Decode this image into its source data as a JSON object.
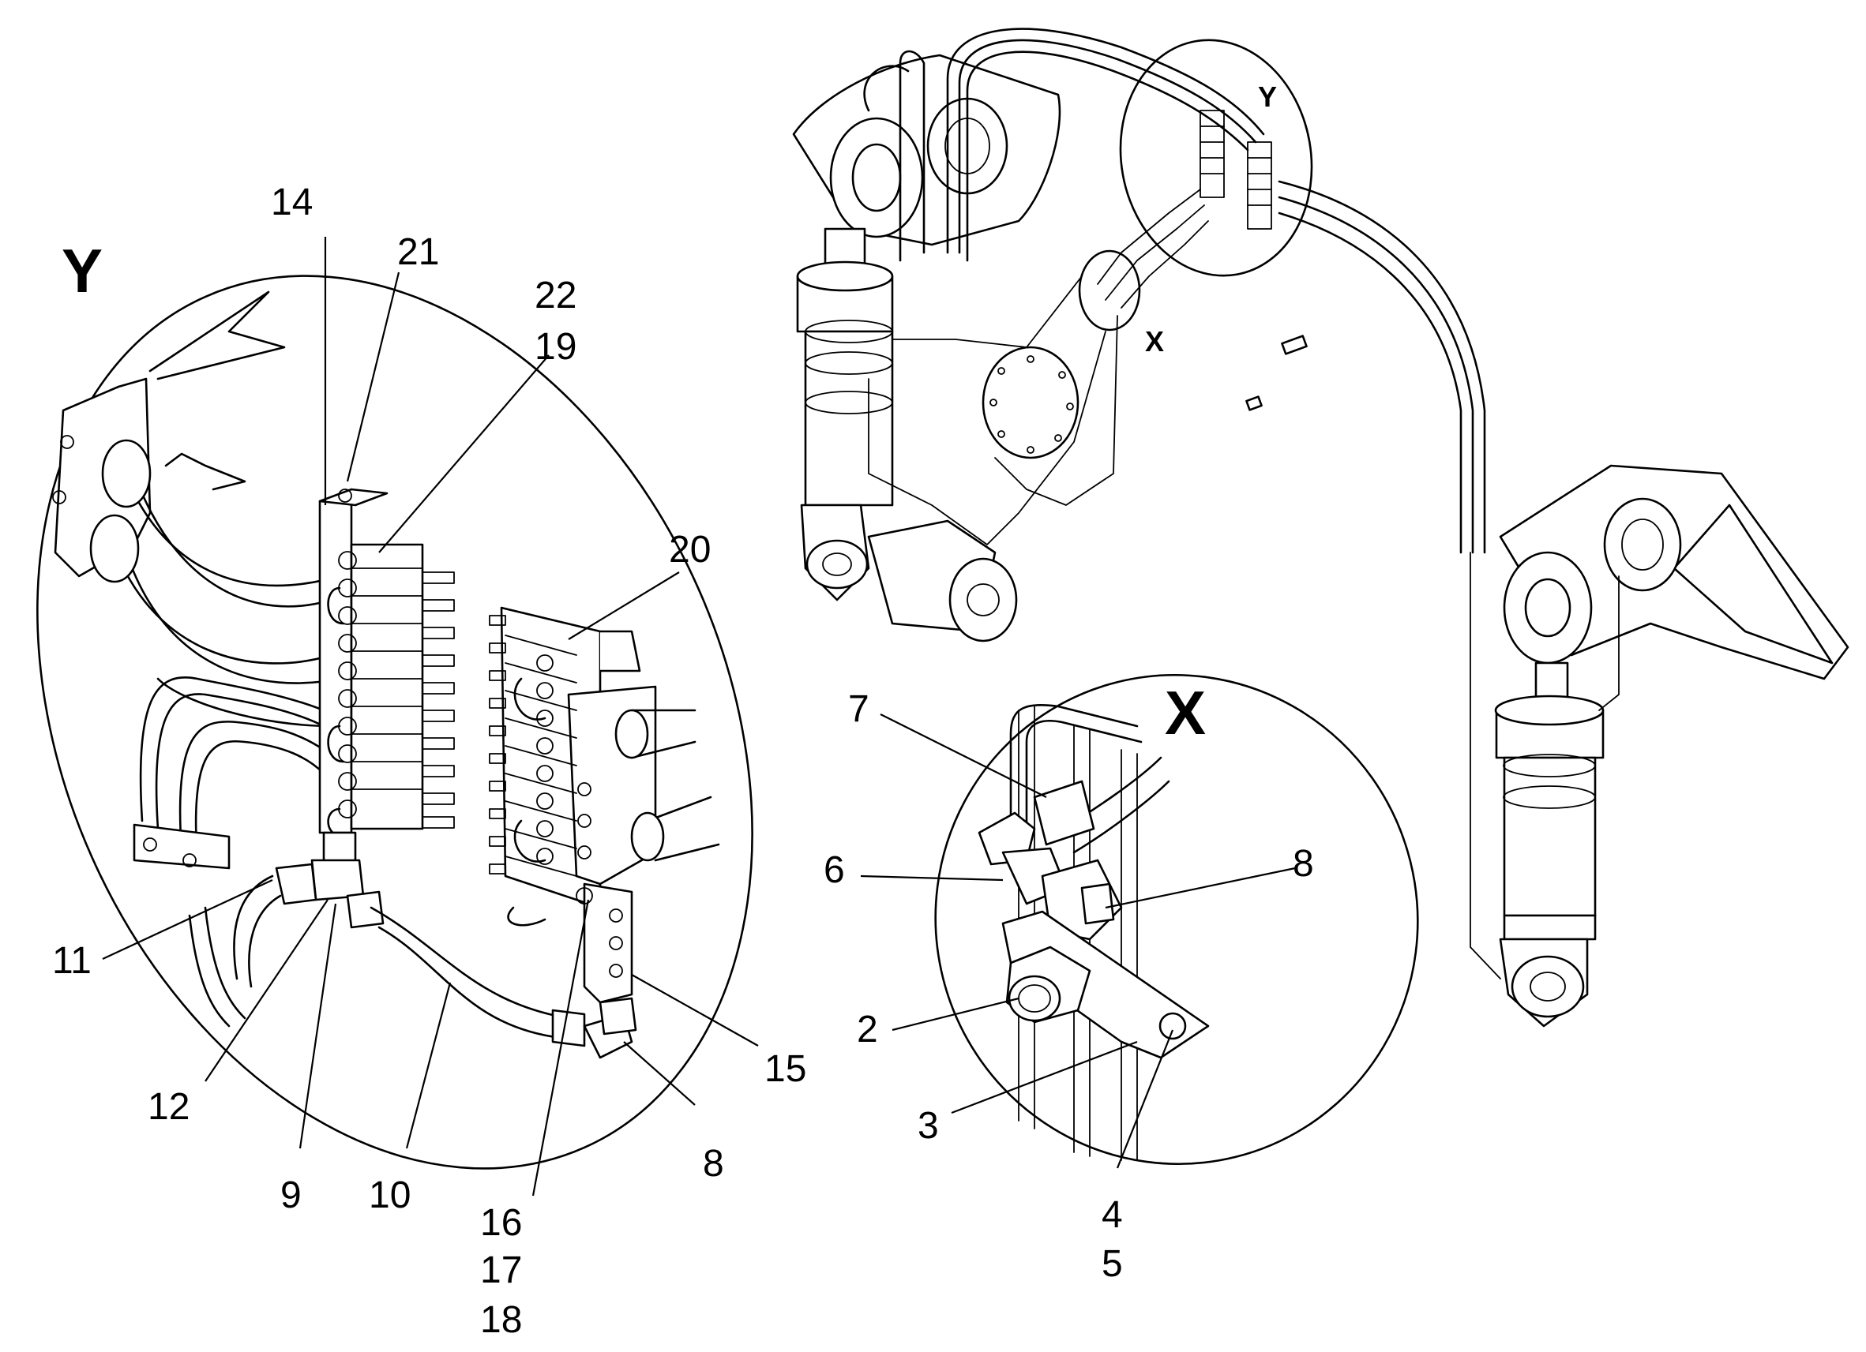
{
  "detail_views": {
    "y_title": "Y",
    "x_title": "X"
  },
  "overview_markers": {
    "y": "Y",
    "x": "X"
  },
  "callouts_detail_y": [
    "14",
    "21",
    "22",
    "19",
    "20",
    "11",
    "12",
    "9",
    "10",
    "16",
    "17",
    "18",
    "8",
    "15"
  ],
  "callouts_detail_x": [
    "7",
    "6",
    "8",
    "2",
    "3",
    "4",
    "5"
  ]
}
